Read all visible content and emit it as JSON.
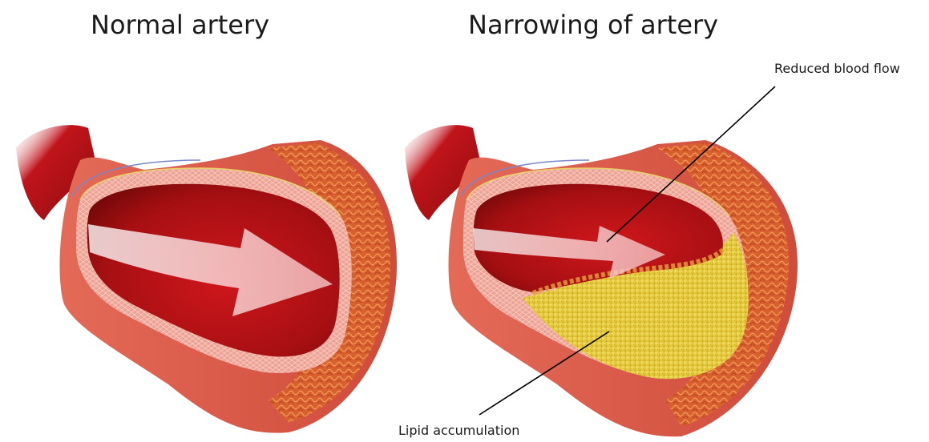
{
  "panels": {
    "normal": {
      "title": "Normal artery"
    },
    "narrowed": {
      "title": "Narrowing of artery"
    }
  },
  "annotations": {
    "reduced_flow": "Reduced blood flow",
    "lipid": "Lipid accumulation"
  },
  "colors": {
    "blood_dark": "#8e0d0d",
    "blood": "#c1121a",
    "vessel_wall": "#d9584a",
    "vessel_outer": "#e3685a",
    "intima_pink": "#f0b0a0",
    "muscle_orange": "#d8602a",
    "lipid_yellow": "#e8cf3a",
    "flow_arrow": "#f6c9c9"
  }
}
